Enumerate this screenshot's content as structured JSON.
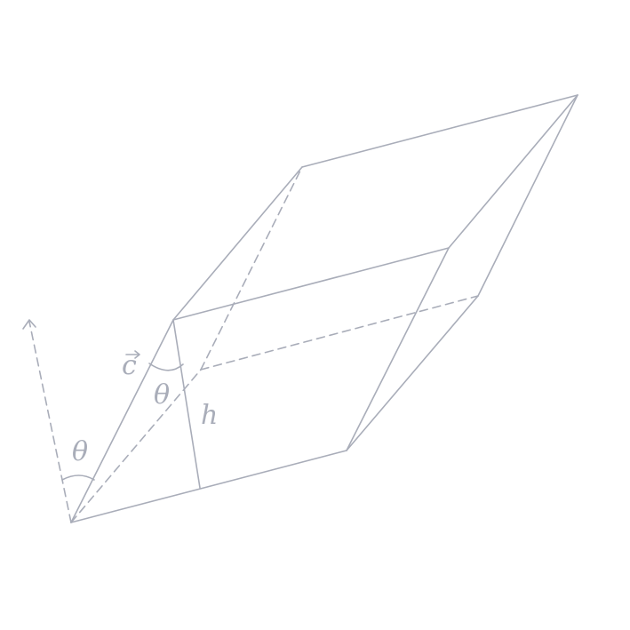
{
  "diagram": {
    "stroke_color": "#a9adb9",
    "labels": {
      "vector": "c",
      "theta_bottom": "θ",
      "theta_inner": "θ",
      "height": "h"
    }
  }
}
